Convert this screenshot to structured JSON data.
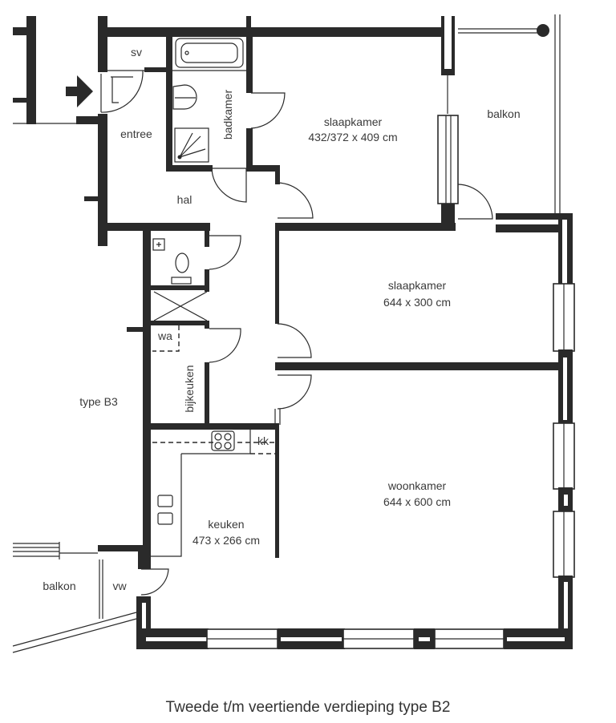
{
  "plan": {
    "caption": "Tweede t/m veertiende verdieping type B2",
    "neighbor_type": "type B3",
    "rooms": {
      "sv": {
        "name": "sv"
      },
      "entree": {
        "name": "entree"
      },
      "badkamer": {
        "name": "badkamer"
      },
      "hal": {
        "name": "hal"
      },
      "slaapkamer1": {
        "name": "slaapkamer",
        "size": "432/372 x 409 cm"
      },
      "balkon_top": {
        "name": "balkon"
      },
      "slaapkamer2": {
        "name": "slaapkamer",
        "size": "644 x 300 cm"
      },
      "wa": {
        "name": "wa"
      },
      "bijkeuken": {
        "name": "bijkeuken"
      },
      "kk": {
        "name": "kk"
      },
      "keuken": {
        "name": "keuken",
        "size": "473 x 266 cm"
      },
      "woonkamer": {
        "name": "woonkamer",
        "size": "644 x 600 cm"
      },
      "balkon_bottom": {
        "name": "balkon"
      },
      "vw": {
        "name": "vw"
      }
    },
    "colors": {
      "wall": "#2a2a2a",
      "text": "#3a3a3a",
      "background": "#ffffff"
    }
  }
}
